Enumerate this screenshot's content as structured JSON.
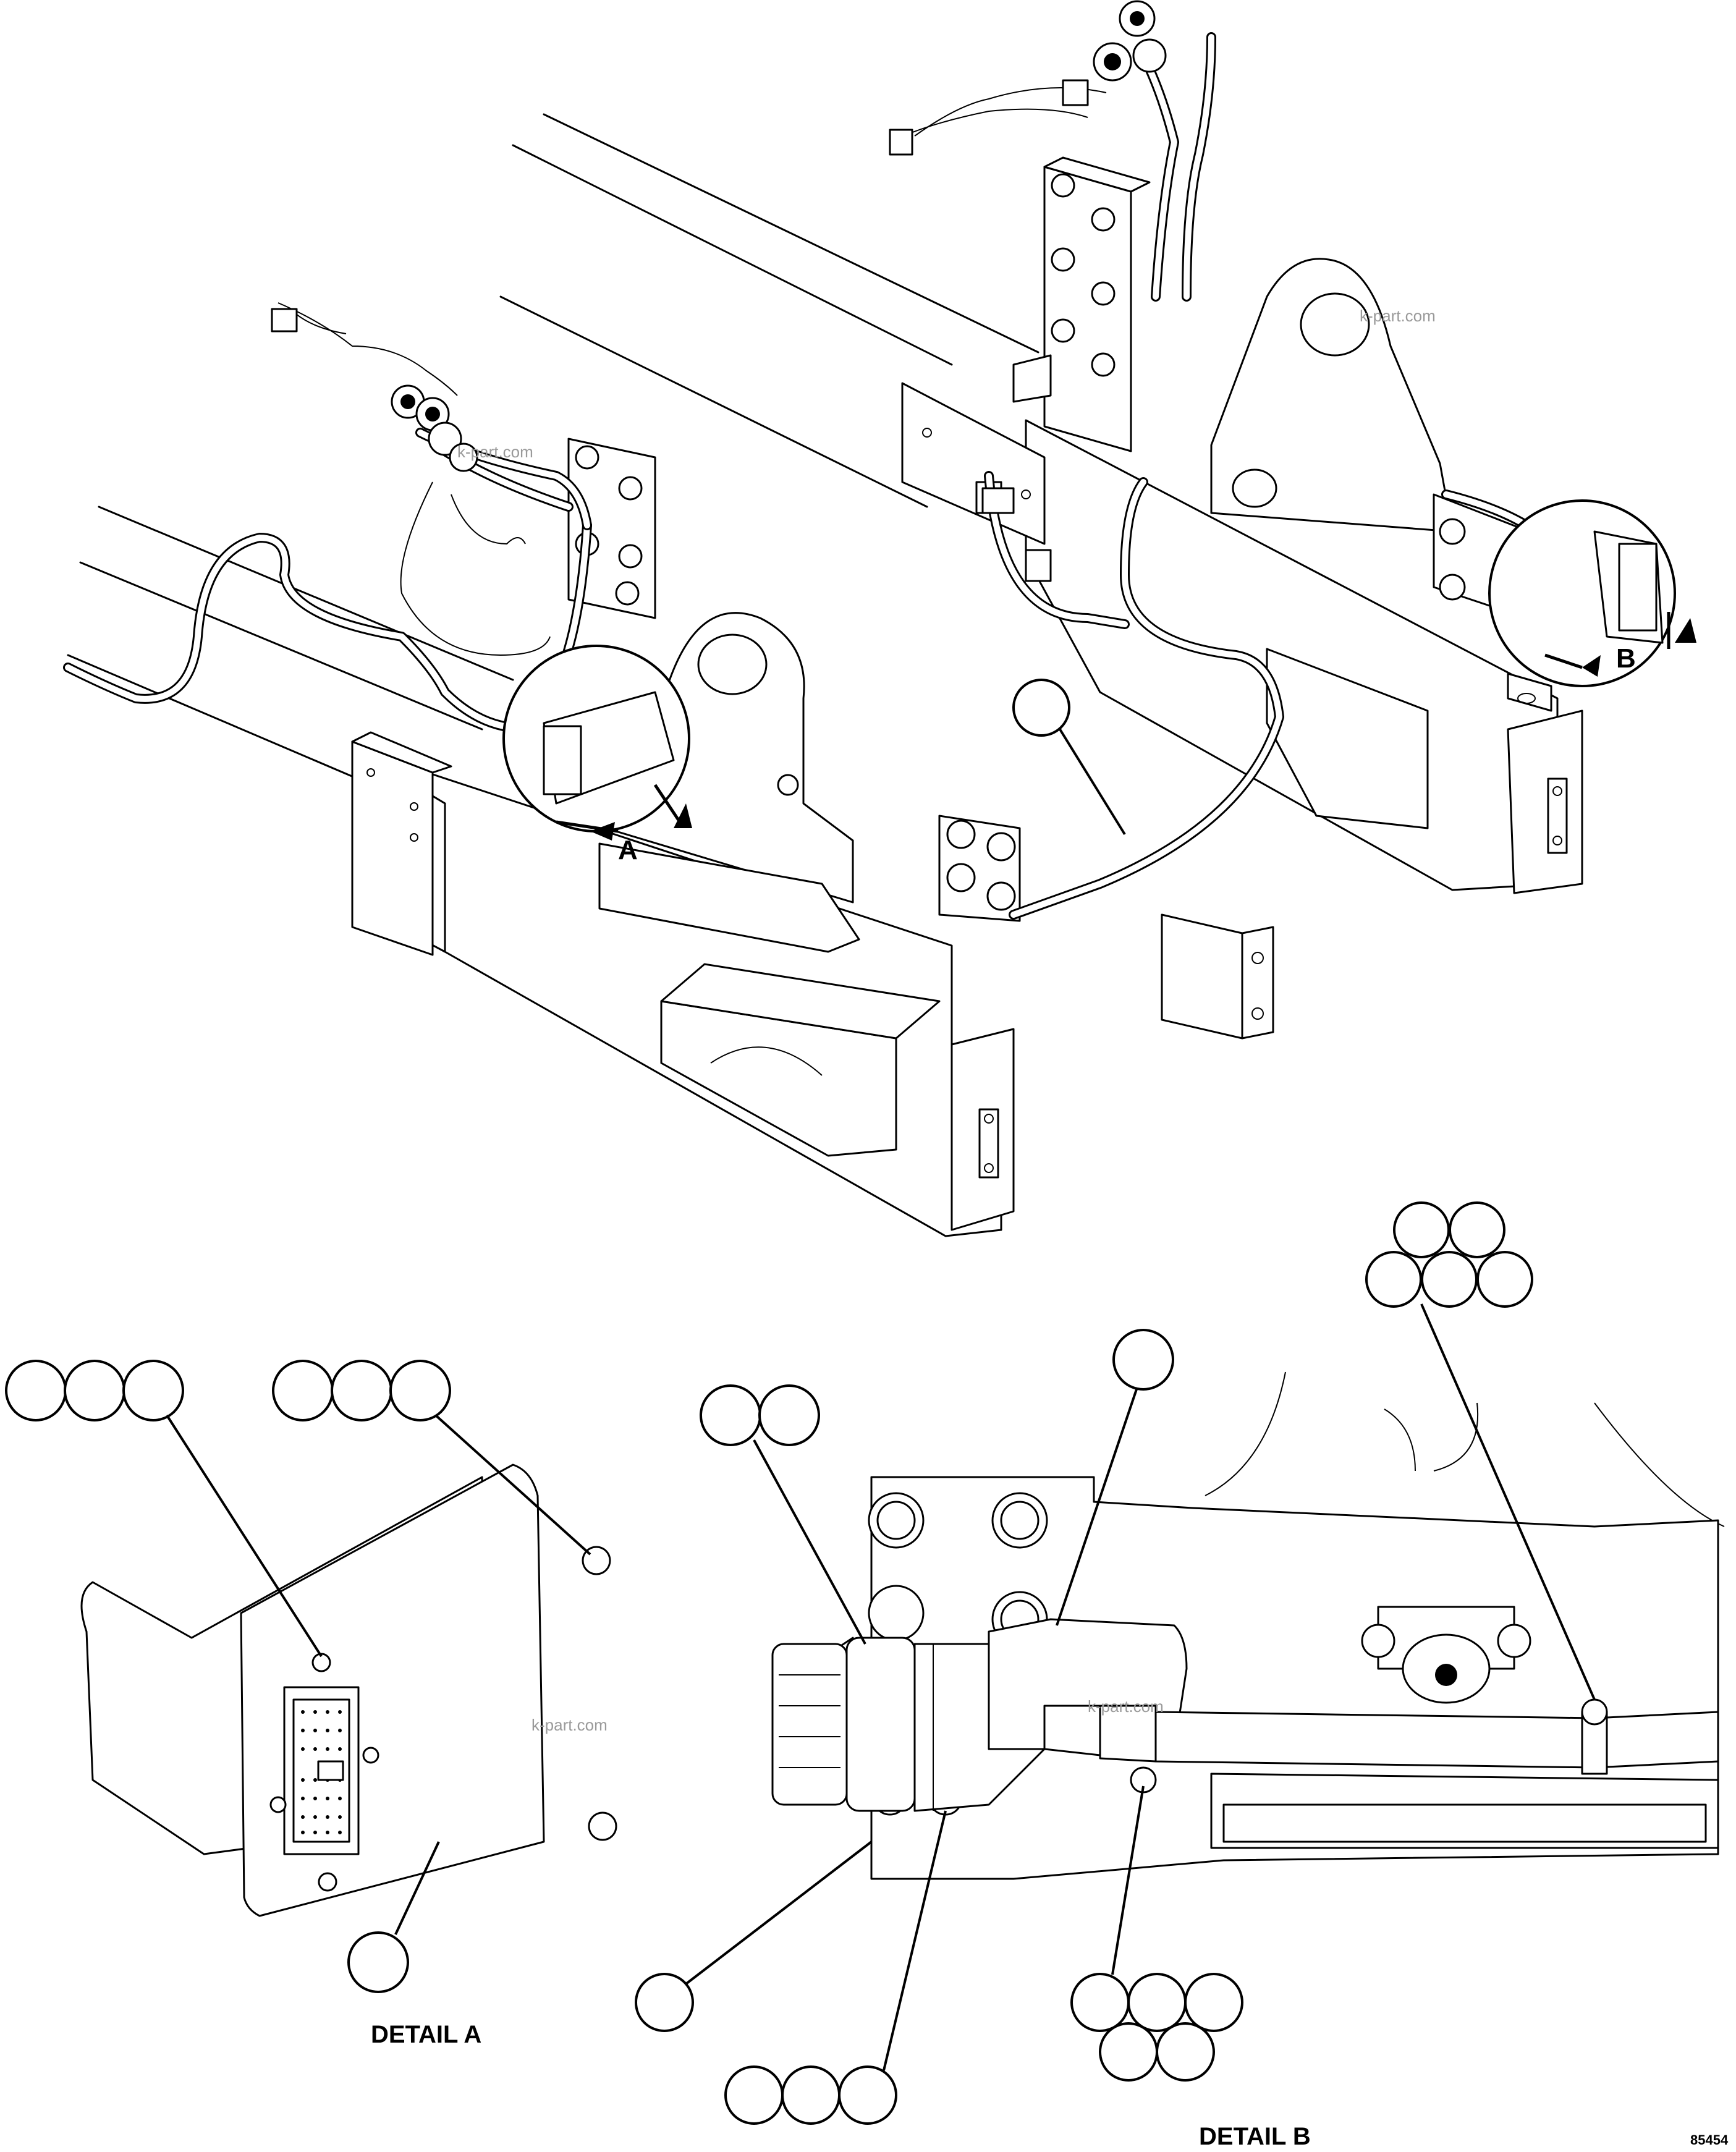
{
  "detail_labels": {
    "detail_a_title": "DETAIL A",
    "detail_b_title": "DETAIL B",
    "view_a_marker": "A",
    "view_b_marker": "B"
  },
  "watermarks": [
    "k-part.com",
    "k-part.com",
    "k-part.com",
    "k-part.com"
  ],
  "drawing_number": "85454"
}
